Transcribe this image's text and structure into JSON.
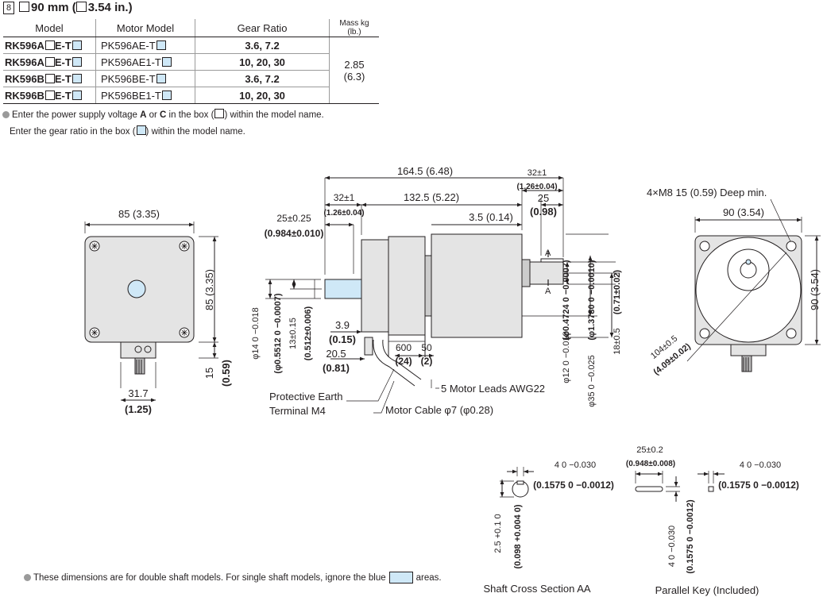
{
  "header": {
    "number": "8",
    "title_a": "90 mm (",
    "title_b": "3.54 in.)"
  },
  "table": {
    "headers": [
      "Model",
      "Motor Model",
      "Gear Ratio",
      "Mass kg (lb.)"
    ],
    "rows": [
      {
        "model_a": "RK596A",
        "model_b": "E-T",
        "motor": "PK596AE-T",
        "ratio": "3.6, 7.2"
      },
      {
        "model_a": "RK596A",
        "model_b": "E-T",
        "motor": "PK596AE1-T",
        "ratio": "10, 20, 30"
      },
      {
        "model_a": "RK596B",
        "model_b": "E-T",
        "motor": "PK596BE-T",
        "ratio": "3.6, 7.2"
      },
      {
        "model_a": "RK596B",
        "model_b": "E-T",
        "motor": "PK596BE1-T",
        "ratio": "10, 20, 30"
      }
    ],
    "mass_kg": "2.85",
    "mass_lb": "(6.3)"
  },
  "notes": {
    "n1_a": "Enter the power supply voltage ",
    "n1_b": "A",
    "n1_c": " or ",
    "n1_d": "C",
    "n1_e": " in the box (",
    "n1_f": ") within the model name.",
    "n2_a": "Enter the gear ratio in the box (",
    "n2_b": ") within the model name.",
    "footer_a": "These dimensions are for double shaft models. For single shaft models, ignore the blue",
    "footer_b": "areas."
  },
  "drawing": {
    "front": {
      "width": "85 (3.35)",
      "height": "85 (3.35)",
      "terminal_h": "15",
      "terminal_h_in": "(0.59)",
      "bottom_w": "31.7",
      "bottom_w_in": "(1.25)"
    },
    "side": {
      "overall": "164.5 (6.48)",
      "rear_len": "32±1",
      "rear_len_in": "(1.26±0.04)",
      "body": "132.5 (5.22)",
      "front_len": "32±1",
      "front_len_in": "(1.26±0.04)",
      "key_len": "25",
      "key_len_in": "(0.98)",
      "flange": "3.5 (0.14)",
      "rear_shaft": "25±0.25",
      "rear_shaft_in": "(0.984±0.010)",
      "rear_dia": "φ14 0 −0.018",
      "rear_dia_in": "(φ0.5512 0 −0.0007)",
      "rear_flat": "13±0.15",
      "rear_flat_in": "(0.512±0.006)",
      "d39": "3.9",
      "d39_in": "(0.15)",
      "d205": "20.5",
      "d205_in": "(0.81)",
      "d600": "600",
      "d600_in": "(24)",
      "d50": "50",
      "d50_in": "(2)",
      "front_dia": "φ12 0 −0.018",
      "front_dia_in": "(φ0.4724 0 −0.0007)",
      "pilot_dia": "φ35 0 −0.025",
      "pilot_dia_in": "(φ1.3780 0 −0.0010)",
      "center": "18±0.5",
      "center_in": "(0.71±0.02)",
      "label_a": "A",
      "leads": "5 Motor Leads AWG22",
      "pe_1": "Protective Earth",
      "pe_2": "Terminal M4",
      "cable": "Motor Cable φ7 (φ0.28)"
    },
    "gear": {
      "holes": "4×M8 15 (0.59) Deep min.",
      "width": "90 (3.54)",
      "height": "90 (3.54)",
      "pcd": "104±0.5",
      "pcd_in": "(4.09±0.02)"
    },
    "section": {
      "w": "4 0 −0.030",
      "w_in": "(0.1575 0 −0.0012)",
      "depth": "2.5 +0.1 0",
      "depth_in": "(0.098 +0.004 0)",
      "caption": "Shaft Cross Section AA"
    },
    "key": {
      "len": "25±0.2",
      "len_in": "(0.948±0.008)",
      "w": "4 0 −0.030",
      "w_in": "(0.1575 0 −0.0012)",
      "h": "4 0 −0.030",
      "h_in": "(0.1575 0 −0.0012)",
      "caption": "Parallel Key (Included)"
    }
  },
  "colors": {
    "blue_area": "#cfe8f7",
    "body_gray": "#e4e4e4",
    "line": "#231f20"
  }
}
